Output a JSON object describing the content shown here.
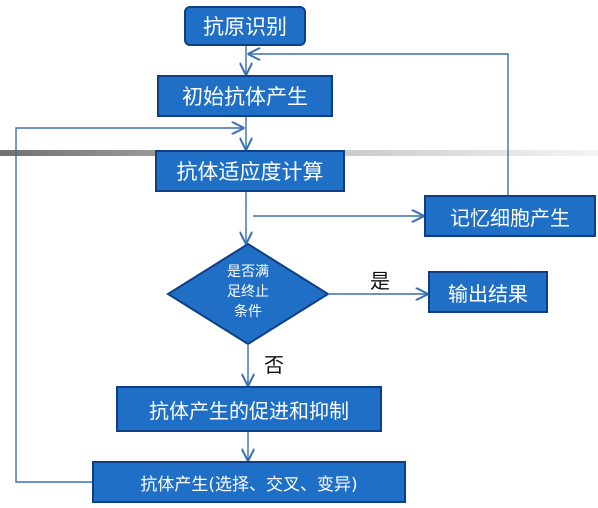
{
  "nodes": {
    "antigen_recognition": "抗原识别",
    "initial_antibody": "初始抗体产生",
    "fitness": "抗体适应度计算",
    "memory_cell": "记忆细胞产生",
    "decision": [
      "是否满",
      "足终止",
      "条件"
    ],
    "output": "输出结果",
    "promote_suppress": "抗体产生的促进和抑制",
    "generate": "抗体产生(选择、交叉、变异)"
  },
  "edge_labels": {
    "yes": "是",
    "no": "否"
  },
  "colors": {
    "box_fill": "#1f6fc6",
    "box_border": "#0e3f86",
    "arrow": "#3a6fb0",
    "text_on_box": "#ffffff"
  }
}
